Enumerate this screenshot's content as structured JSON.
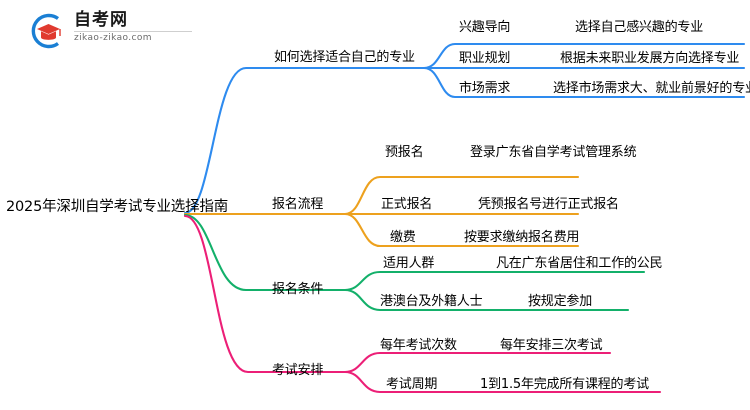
{
  "logo": {
    "wordmark": "自考网",
    "domain": "zikao-zikao.com",
    "mark_icon": "graduation-cap-icon",
    "colors": {
      "ring": "#1a7fd4",
      "cap": "#e03a2f"
    }
  },
  "mindmap": {
    "root": {
      "label": "2025年深圳自学考试专业选择指南"
    },
    "branches": [
      {
        "label": "如何选择适合自己的专业",
        "color": "#2e8bef",
        "children": [
          {
            "label": "兴趣导向",
            "detail": "选择自己感兴趣的专业"
          },
          {
            "label": "职业规划",
            "detail": "根据未来职业发展方向选择专业"
          },
          {
            "label": "市场需求",
            "detail": "选择市场需求大、就业前景好的专业"
          }
        ]
      },
      {
        "label": "报名流程",
        "color": "#eda11e",
        "children": [
          {
            "label": "预报名",
            "detail": "登录广东省自学考试管理系统"
          },
          {
            "label": "正式报名",
            "detail": "凭预报名号进行正式报名"
          },
          {
            "label": "缴费",
            "detail": "按要求缴纳报名费用"
          }
        ]
      },
      {
        "label": "报名条件",
        "color": "#12b householder"
      }
    ]
  }
}
